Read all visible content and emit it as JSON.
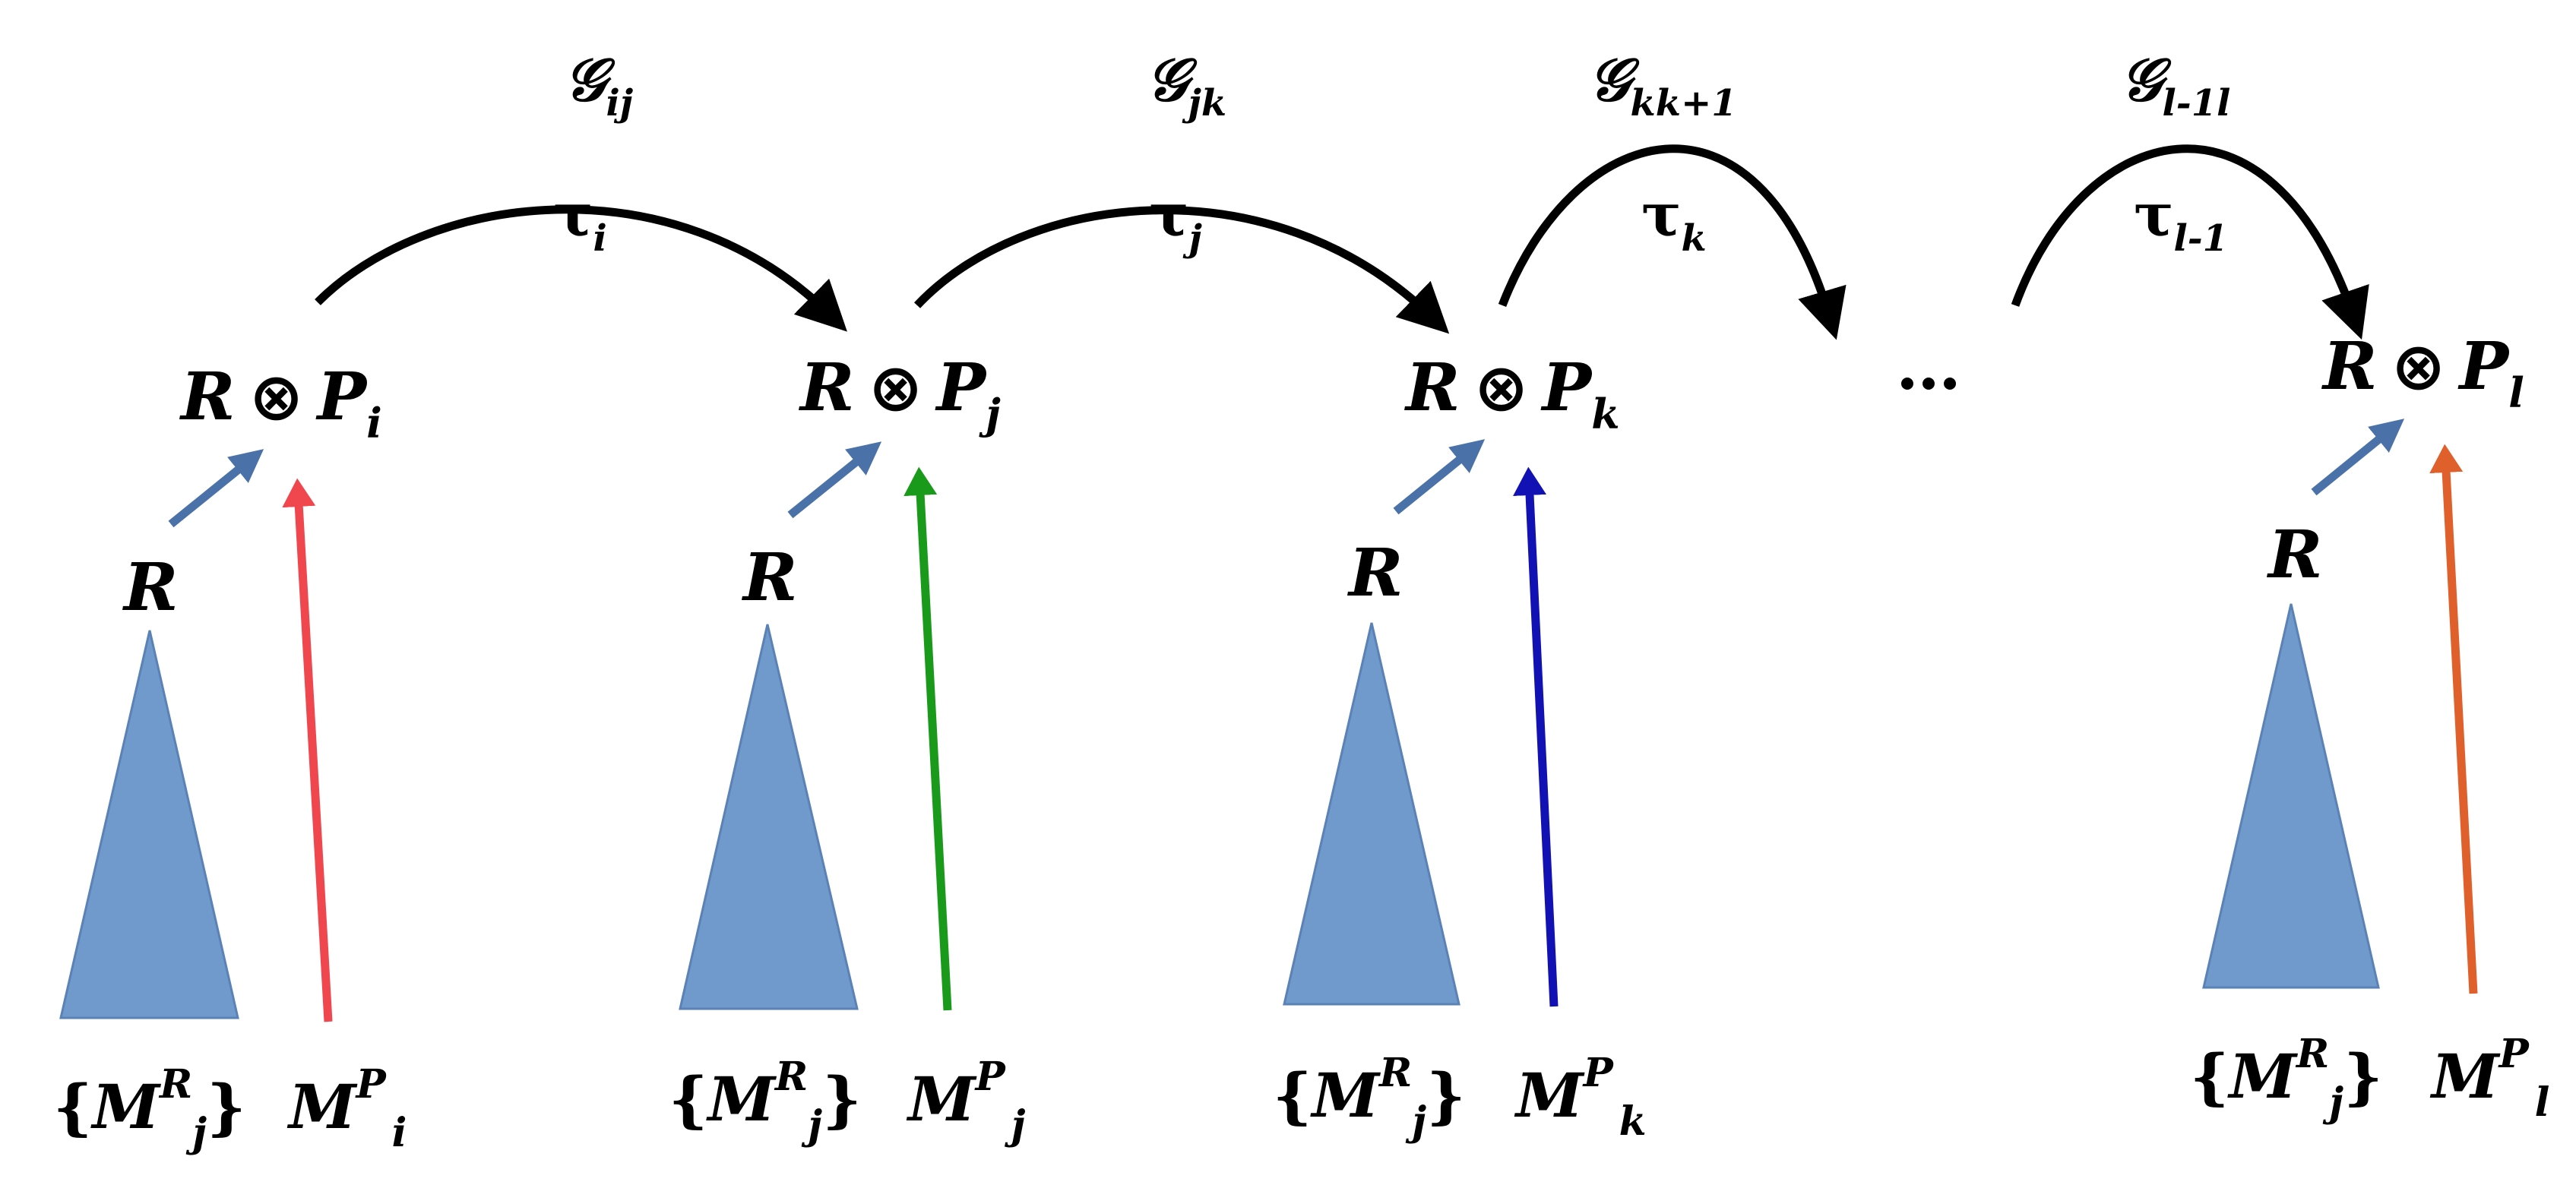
{
  "colors": {
    "background": "#ffffff",
    "ink": "#000000",
    "triangle": "#7099cc",
    "triangle_edge": "#5a82b6",
    "r_arrow": "#4a72a8",
    "measure_arrows": [
      "#f0474e",
      "#1a9a1a",
      "#1212b4",
      "#e0602c"
    ]
  },
  "tensor_symbol": "⊗",
  "tensor_left": "R",
  "tensor_right": "P",
  "ellipsis": "…",
  "stages": [
    {
      "tensor_subscript": "i",
      "r_label": "R",
      "bottom_left": {
        "open": "{",
        "base": "M",
        "sup": "R",
        "sub": "j",
        "close": "}"
      },
      "bottom_right": {
        "base": "M",
        "sup": "P",
        "sub": "i"
      }
    },
    {
      "tensor_subscript": "j",
      "r_label": "R",
      "bottom_left": {
        "open": "{",
        "base": "M",
        "sup": "R",
        "sub": "j",
        "close": "}"
      },
      "bottom_right": {
        "base": "M",
        "sup": "P",
        "sub": "j"
      }
    },
    {
      "tensor_subscript": "k",
      "r_label": "R",
      "bottom_left": {
        "open": "{",
        "base": "M",
        "sup": "R",
        "sub": "j",
        "close": "}"
      },
      "bottom_right": {
        "base": "M",
        "sup": "P",
        "sub": "k"
      }
    },
    {
      "tensor_subscript": "l",
      "r_label": "R",
      "bottom_left": {
        "open": "{",
        "base": "M",
        "sup": "R",
        "sub": "j",
        "close": "}"
      },
      "bottom_right": {
        "base": "M",
        "sup": "P",
        "sub": "l"
      }
    }
  ],
  "transitions": [
    {
      "map": "𝒢",
      "map_sub": "ij",
      "delay": "τ",
      "delay_sub": "i"
    },
    {
      "map": "𝒢",
      "map_sub": "jk",
      "delay": "τ",
      "delay_sub": "j"
    },
    {
      "map": "𝒢",
      "map_sub": "kk+1",
      "delay": "τ",
      "delay_sub": "k"
    },
    {
      "map": "𝒢",
      "map_sub": "l-1l",
      "delay": "τ",
      "delay_sub": "l-1"
    }
  ]
}
